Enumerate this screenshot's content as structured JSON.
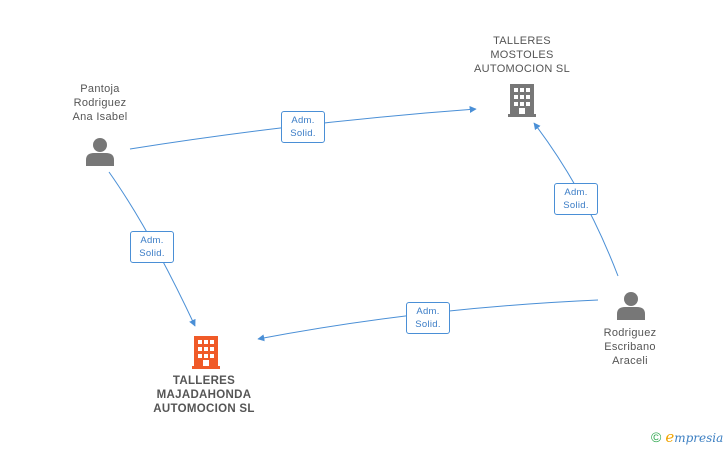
{
  "nodes": {
    "person1": {
      "name_lines": [
        "Pantoja",
        "Rodriguez",
        "Ana Isabel"
      ]
    },
    "person2": {
      "name_lines": [
        "Rodriguez",
        "Escribano",
        "Araceli"
      ]
    },
    "company1": {
      "name_lines": [
        "TALLERES",
        "MOSTOLES",
        "AUTOMOCION SL"
      ]
    },
    "company2": {
      "name_lines": [
        "TALLERES",
        "MAJADAHONDA",
        "AUTOMOCION SL"
      ]
    }
  },
  "edges": [
    {
      "from": "person1",
      "to": "company1",
      "label_lines": [
        "Adm.",
        "Solid."
      ]
    },
    {
      "from": "person1",
      "to": "company2",
      "label_lines": [
        "Adm.",
        "Solid."
      ]
    },
    {
      "from": "person2",
      "to": "company1",
      "label_lines": [
        "Adm.",
        "Solid."
      ]
    },
    {
      "from": "person2",
      "to": "company2",
      "label_lines": [
        "Adm.",
        "Solid."
      ]
    }
  ],
  "colors": {
    "edge": "#4a8fd6",
    "person_icon": "#777777",
    "company_icon": "#777777",
    "company_highlight": "#f05a28"
  },
  "icons": {
    "person": "person-icon",
    "company": "building-icon"
  },
  "brand": {
    "copyright": "©",
    "name_first": "e",
    "name_rest": "mpresia"
  }
}
